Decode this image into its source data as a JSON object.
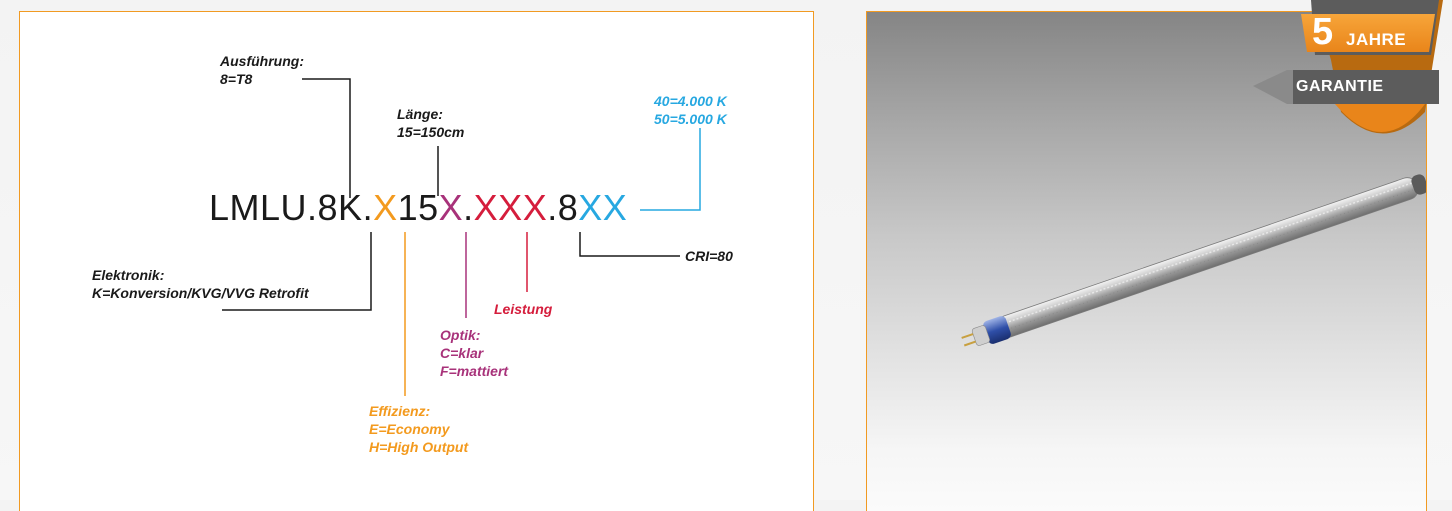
{
  "diagram": {
    "code": {
      "part1": "LMLU.8K.",
      "part2": "X",
      "part3": "15",
      "part4": "X",
      "part5": ".",
      "part6": "XXX",
      "part7": ".8",
      "part8": "XX"
    },
    "ausfuehrung": {
      "title": "Ausführung:",
      "value": "8=T8"
    },
    "laenge": {
      "title": "Länge:",
      "value": "15=150cm"
    },
    "farbtemperatur": {
      "line1": "40=4.000 K",
      "line2": "50=5.000 K"
    },
    "cri": "CRI=80",
    "elektronik": {
      "title": "Elektronik:",
      "value": "K=Konversion/KVG/VVG Retrofit"
    },
    "leistung": "Leistung",
    "optik": {
      "title": "Optik:",
      "line1": "C=klar",
      "line2": "F=mattiert"
    },
    "effizienz": {
      "title": "Effizienz:",
      "line1": "E=Economy",
      "line2": "H=High Output"
    }
  },
  "badge": {
    "number": "5",
    "jahre": "JAHRE",
    "garantie": "GARANTIE"
  },
  "colors": {
    "orange": "#f39a1e",
    "purple": "#a8327a",
    "red": "#d51d3c",
    "blue": "#27a8e1",
    "border": "#f19a22"
  },
  "product_image": {
    "icon": "led-tube-image"
  }
}
